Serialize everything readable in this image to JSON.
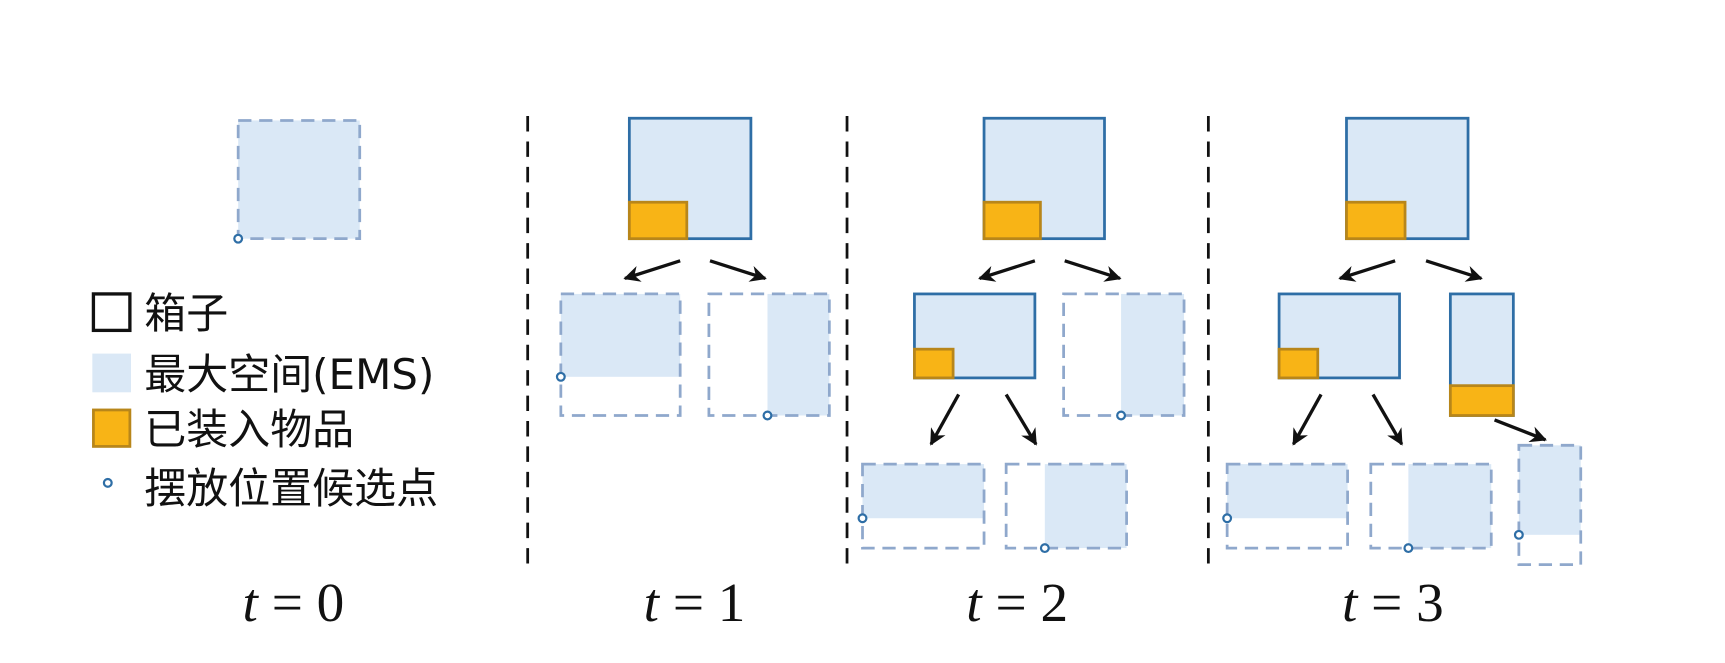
{
  "legend": {
    "box": "箱子",
    "ems": "最大空间(EMS)",
    "packed_item": "已装入物品",
    "candidate_point": "摆放位置候选点"
  },
  "time_labels": [
    {
      "var": "t",
      "eq": " = ",
      "value": "0"
    },
    {
      "var": "t",
      "eq": " = ",
      "value": "1"
    },
    {
      "var": "t",
      "eq": " = ",
      "value": "2"
    },
    {
      "var": "t",
      "eq": " = ",
      "value": "3"
    }
  ],
  "colors": {
    "box_stroke": "#2e6ea6",
    "ems_fill": "#dae8f6",
    "ems_dash": "#8fa8cc",
    "item_fill": "#f8b416",
    "item_stroke": "#b8861a",
    "point": "#2e6ea6",
    "divider": "#111111",
    "arrow": "#111111"
  }
}
